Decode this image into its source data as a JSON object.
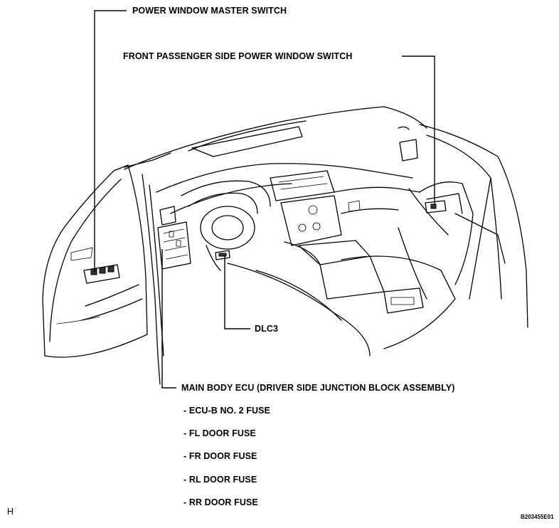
{
  "labels": {
    "master_switch": "POWER WINDOW MASTER SWITCH",
    "passenger_switch": "FRONT PASSENGER SIDE POWER WINDOW SWITCH",
    "dlc3": "DLC3",
    "main_body_ecu": "MAIN BODY ECU (DRIVER SIDE JUNCTION BLOCK ASSEMBLY)"
  },
  "fuses": [
    "- ECU-B NO. 2 FUSE",
    "- FL DOOR FUSE",
    "- FR DOOR FUSE",
    "- RL DOOR FUSE",
    "- RR DOOR FUSE"
  ],
  "corner_mark": "H",
  "figure_id": "B203455E01"
}
